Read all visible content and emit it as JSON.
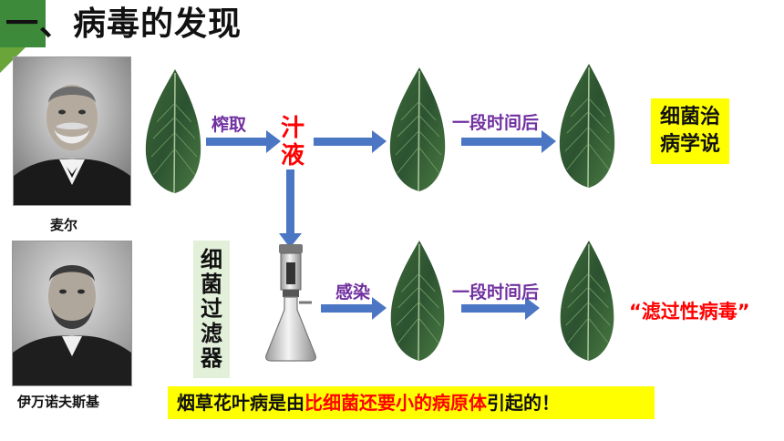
{
  "title": {
    "number": "一、",
    "text": "病毒的发现"
  },
  "scientists": [
    {
      "name": "麦尔"
    },
    {
      "name": "伊万诺夫斯基"
    }
  ],
  "steps": {
    "squeeze": "榨取",
    "juice_line1": "汁",
    "juice_line2": "液",
    "after_time_top": "一段时间后",
    "infect": "感染",
    "after_time_bottom": "一段时间后"
  },
  "filter_label": [
    "细",
    "菌",
    "过",
    "滤",
    "器"
  ],
  "theory_box": {
    "line1": "细菌治",
    "line2": "病学说"
  },
  "virus_label": "“滤过性病毒”",
  "conclusion": {
    "part1": "烟草花叶病是由",
    "part2": "比细菌还要小的病原体",
    "part3": "引起的！"
  },
  "colors": {
    "arrow": "#4a76c4",
    "purple": "#7030a0",
    "red": "#ff0000",
    "highlight": "#ffff00",
    "title_green": "#3c8a3a"
  }
}
